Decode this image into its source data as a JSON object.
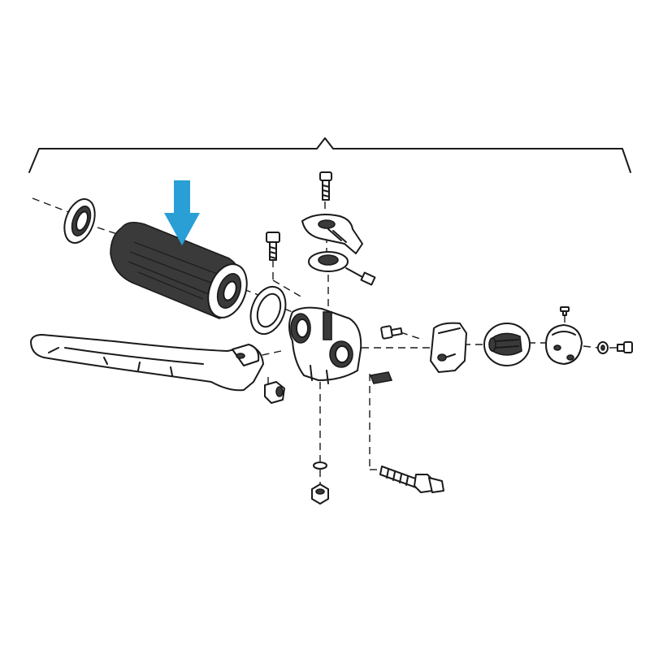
{
  "diagram": {
    "type": "exploded-parts-view",
    "highlight_color": "#2a9fd6",
    "ink_color": "#1a1a1a",
    "background_color": "#ffffff",
    "highlight": {
      "icon": "down-arrow-icon",
      "target_part": "throttle-grip"
    },
    "parts": [
      "grip-end-cap",
      "throttle-grip",
      "washer",
      "switch-housing",
      "pivot-screw",
      "top-bolt",
      "cable-cover",
      "cable-pulley",
      "brake-lever",
      "lever-bushing",
      "small-screw",
      "square-plate",
      "lower-washer",
      "lock-nut",
      "adjuster-bolt",
      "switch-cover",
      "switch-body",
      "switch-cap",
      "cap-screw",
      "end-washer",
      "end-screw"
    ]
  }
}
